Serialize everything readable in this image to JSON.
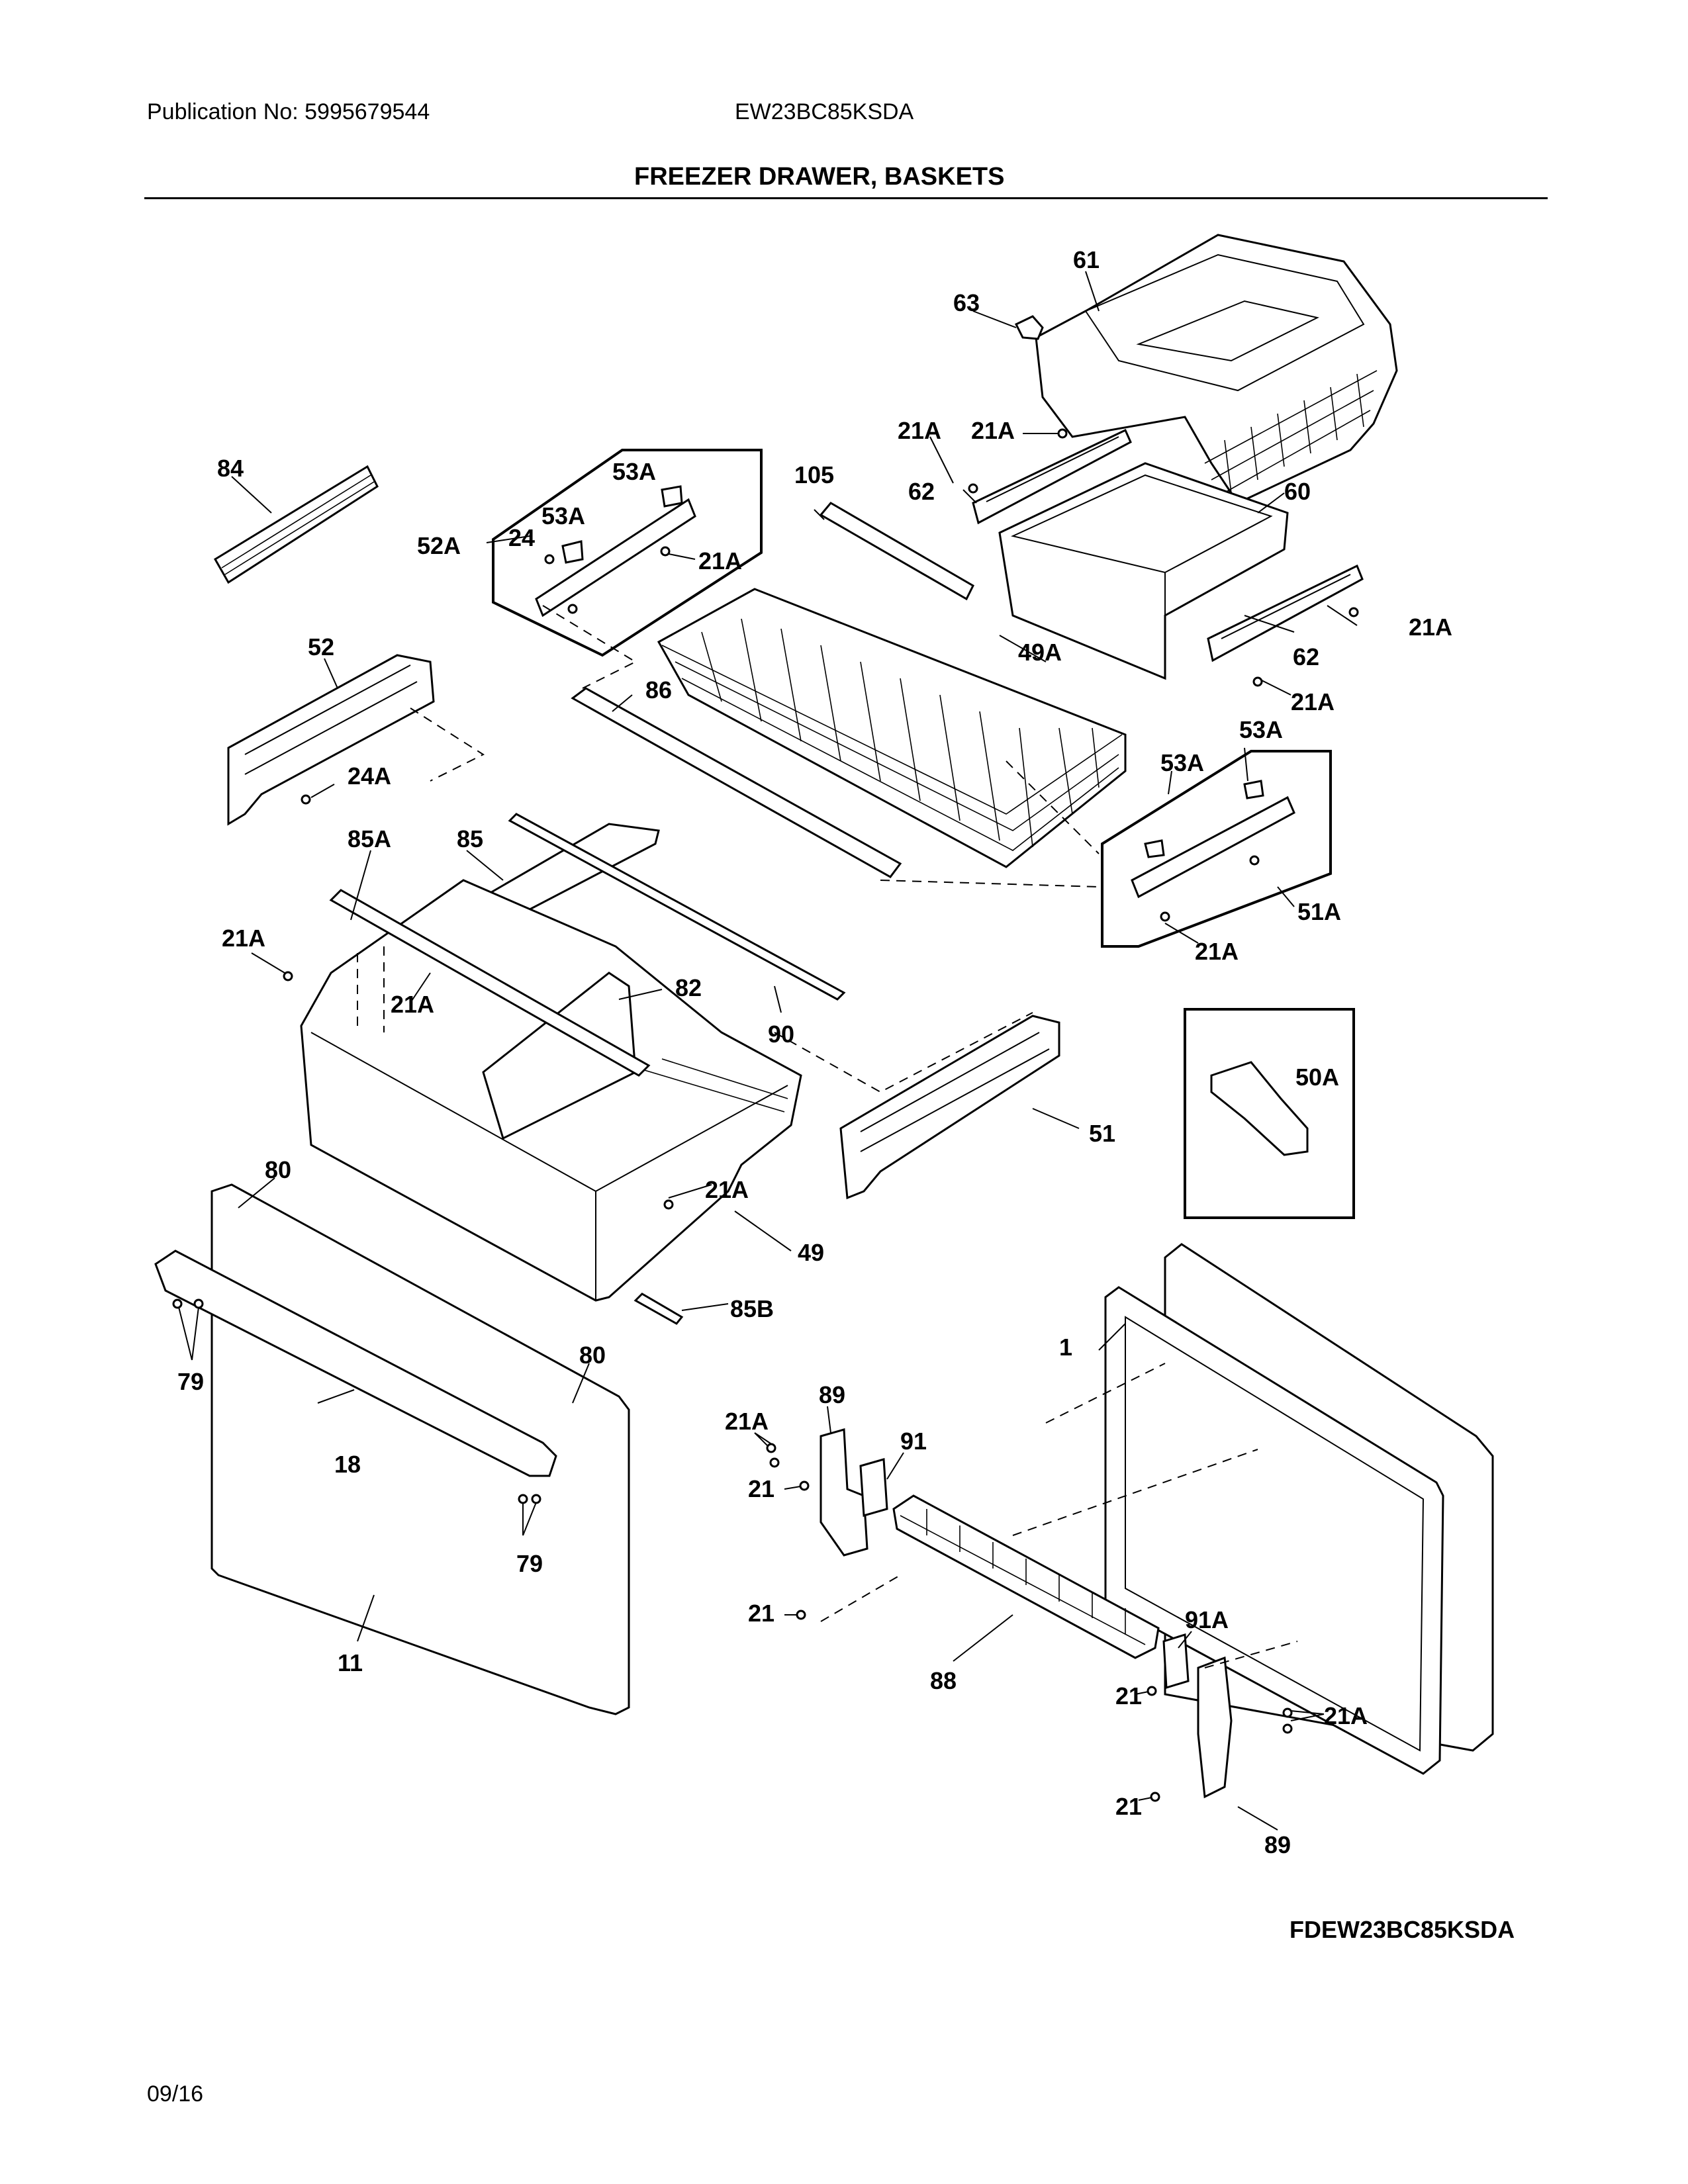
{
  "header": {
    "publication": "Publication No: 5995679544",
    "model": "EW23BC85KSDA",
    "title": "FREEZER DRAWER, BASKETS"
  },
  "diagram": {
    "labels": {
      "p61": "61",
      "p63": "63",
      "p21A_a": "21A",
      "p21A_b": "21A",
      "p62_a": "62",
      "p60": "60",
      "p21A_c": "21A",
      "p62_b": "62",
      "p21A_d": "21A",
      "p84": "84",
      "p53A_a": "53A",
      "p53A_b": "53A",
      "p24": "24",
      "p52A": "52A",
      "p21A_e": "21A",
      "p105": "105",
      "p49A": "49A",
      "p52": "52",
      "p86": "86",
      "p24A": "24A",
      "p53A_c": "53A",
      "p53A_d": "53A",
      "p51A": "51A",
      "p21A_f": "21A",
      "p85A": "85A",
      "p85": "85",
      "p21A_g": "21A",
      "p21A_h": "21A",
      "p82": "82",
      "p90": "90",
      "p50A": "50A",
      "p51": "51",
      "p80_a": "80",
      "p21A_i": "21A",
      "p49": "49",
      "p85B": "85B",
      "p79_a": "79",
      "p80_b": "80",
      "p1": "1",
      "p89_a": "89",
      "p21A_j": "21A",
      "p91": "91",
      "p18": "18",
      "p21_a": "21",
      "p79_b": "79",
      "p21_b": "21",
      "p91A": "91A",
      "p88": "88",
      "p21_c": "21",
      "p21A_k": "21A",
      "p11": "11",
      "p21_d": "21",
      "p89_b": "89"
    }
  },
  "footer": {
    "diagram_code": "FDEW23BC85KSDA",
    "date": "09/16"
  }
}
